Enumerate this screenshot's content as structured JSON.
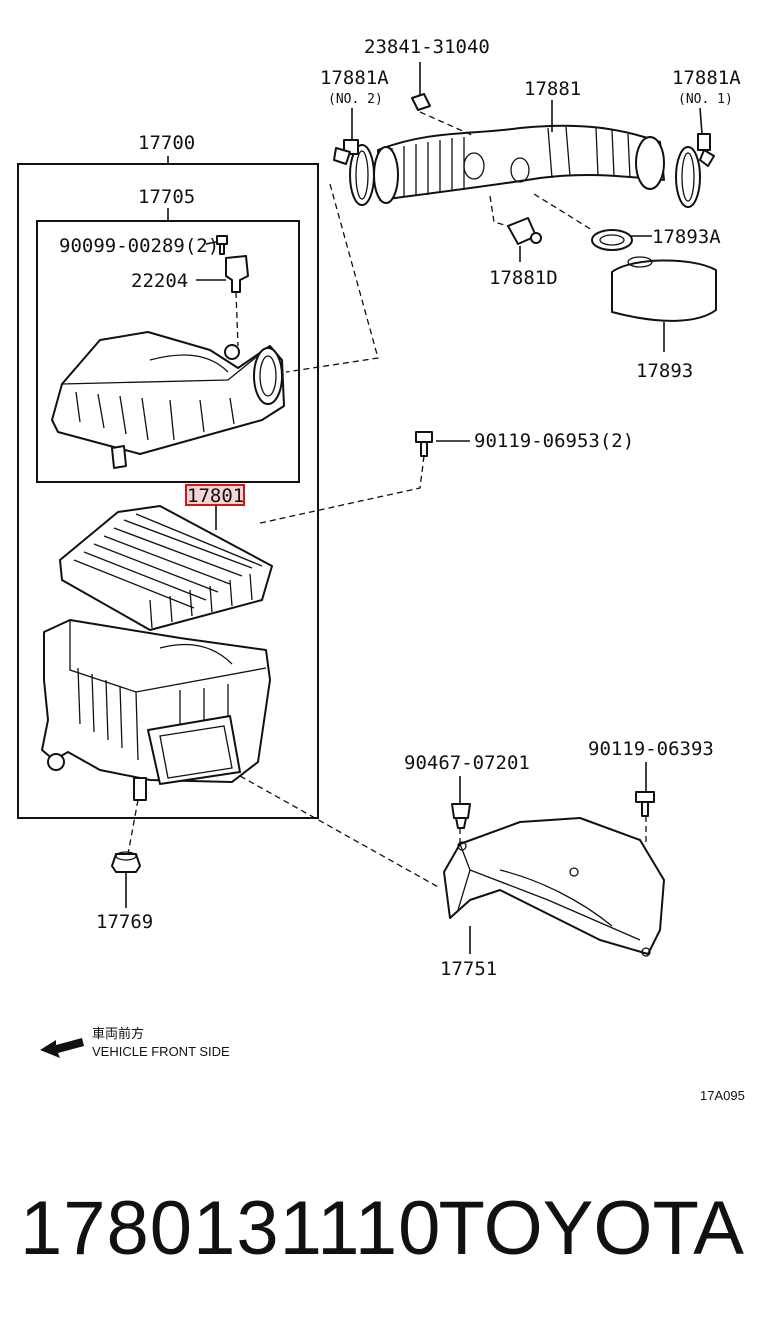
{
  "labels": {
    "clamp_part": "23841-31040",
    "clamp_no2": "17881A",
    "clamp_no2_sub": "(NO. 2)",
    "hose": "17881",
    "clamp_no1": "17881A",
    "clamp_no1_sub": "(NO. 1)",
    "assembly": "17700",
    "cap_sub": "17705",
    "screw": "90099-00289(2)",
    "sensor": "22204",
    "sensor_clip": "17881D",
    "resonator_clamp": "17893A",
    "resonator": "17893",
    "bolt_a": "90119-06953(2)",
    "element": "17801",
    "grommet": "17769",
    "clip": "90467-07201",
    "bolt_b": "90119-06393",
    "inlet": "17751"
  },
  "note": {
    "jp": "車両前方",
    "en": "VEHICLE FRONT SIDE"
  },
  "ref_code": "17A095",
  "footer": {
    "part_number": "1780131110",
    "brand": "TOYOTA"
  },
  "highlight_color": "#d11"
}
